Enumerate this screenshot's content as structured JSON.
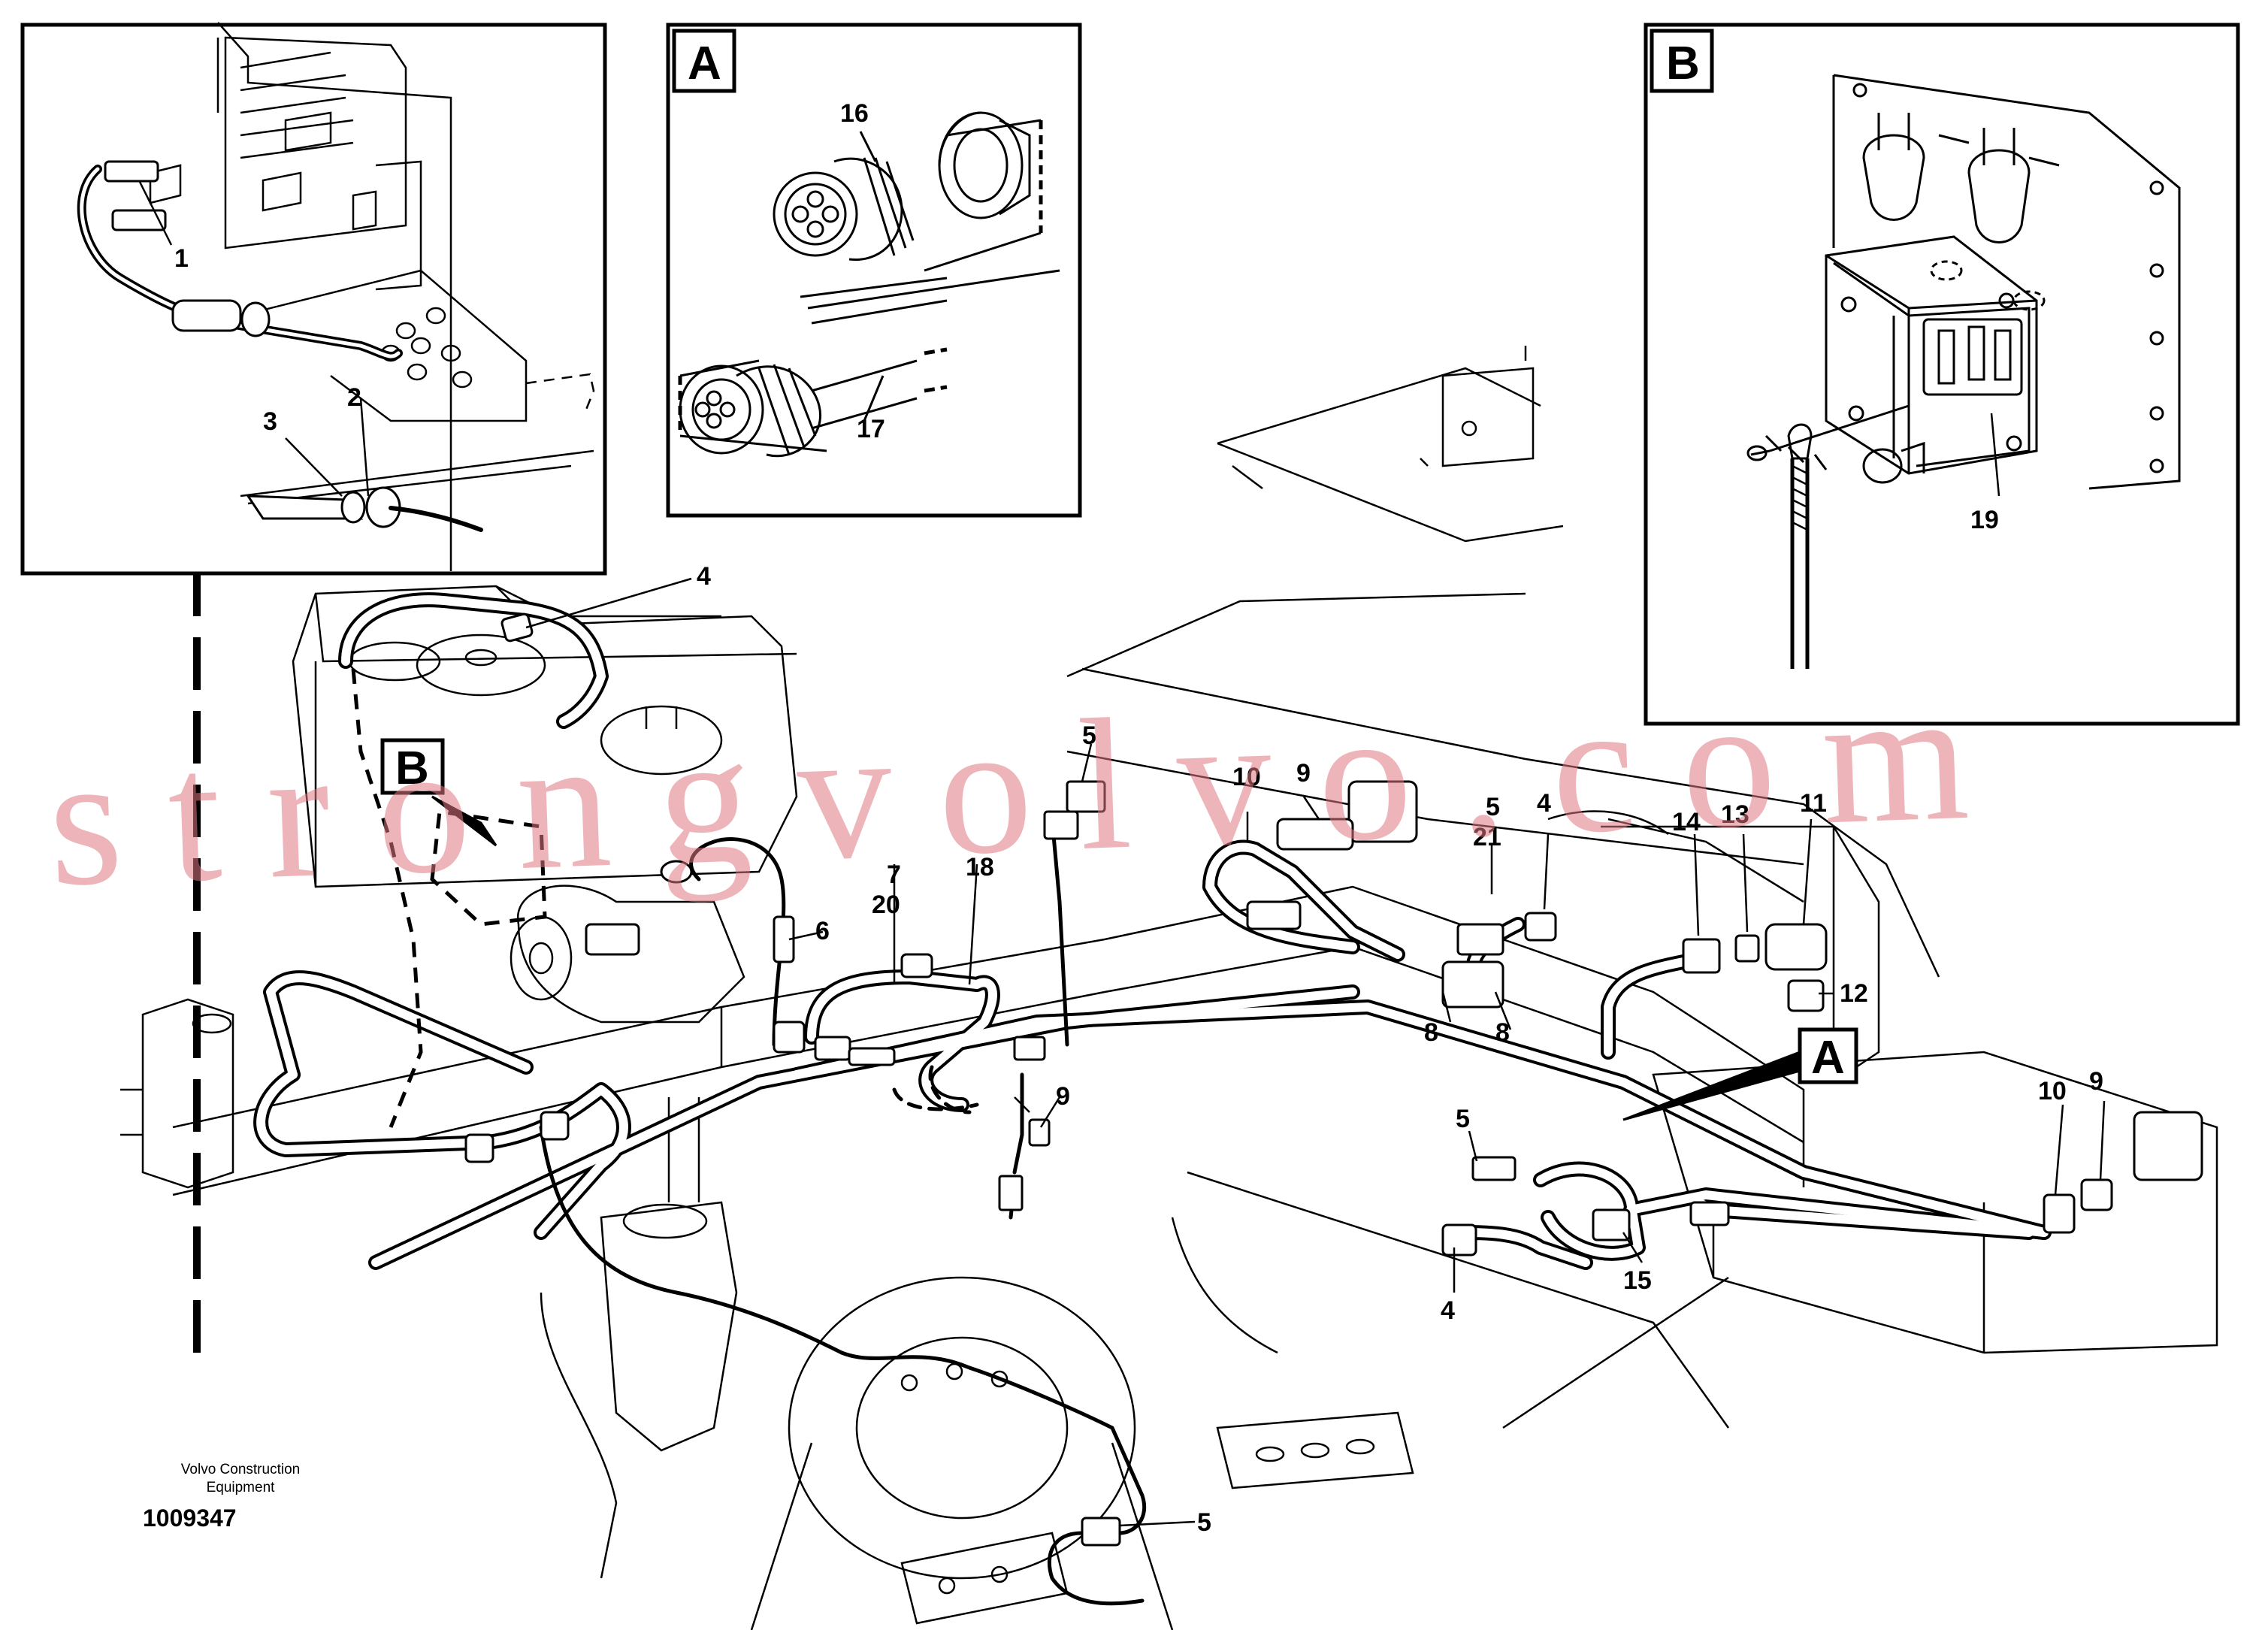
{
  "diagram": {
    "inset_labels": {
      "A": "A",
      "B": "B"
    },
    "pointer_labels": {
      "A": "A",
      "B": "B"
    },
    "callouts": {
      "c1": "1",
      "c2": "2",
      "c3": "3",
      "c4_top": "4",
      "c4_mid": "4",
      "c4_low": "4",
      "c5_top": "5",
      "c5_mid": "5",
      "c5_low": "5",
      "c5_bottom": "5",
      "c6": "6",
      "c7": "7",
      "c8_a": "8",
      "c8_b": "8",
      "c9_top": "9",
      "c9_mid": "9",
      "c9_right": "9",
      "c10_top": "10",
      "c10_right": "10",
      "c11": "11",
      "c12": "12",
      "c13": "13",
      "c14": "14",
      "c15": "15",
      "c16": "16",
      "c17": "17",
      "c18": "18",
      "c19": "19",
      "c20": "20",
      "c21": "21"
    },
    "credit_line1": "Volvo Construction",
    "credit_line2": "Equipment",
    "drawing_number": "1009347"
  },
  "watermark": {
    "text": "strongvolvo.com",
    "color": "#de7882"
  }
}
